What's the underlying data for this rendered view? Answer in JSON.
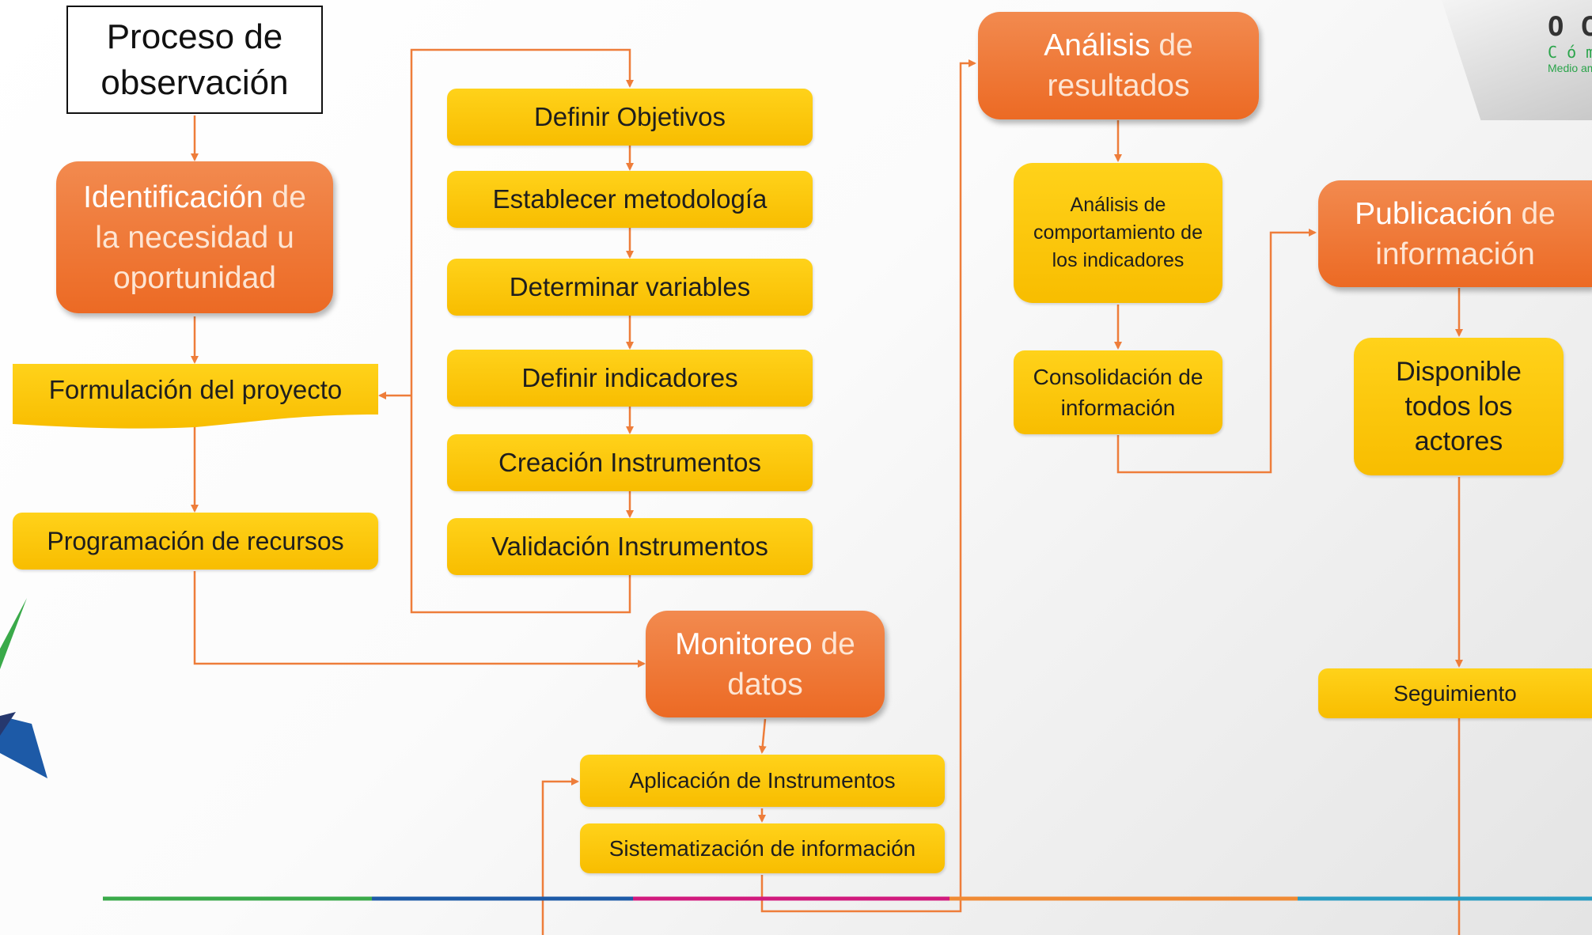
{
  "title": [
    "Proceso de",
    "observación"
  ],
  "identificacion": {
    "highlight": "Identificación",
    "rest": " de la necesidad u oportunidad"
  },
  "formulacion": "Formulación del proyecto",
  "programacion": "Programación de recursos",
  "definir_objetivos": "Definir Objetivos",
  "establecer_metodologia": "Establecer metodología",
  "determinar_variables": "Determinar variables",
  "definir_indicadores": "Definir indicadores",
  "creacion_instrumentos": "Creación Instrumentos",
  "validacion_instrumentos": "Validación Instrumentos",
  "monitoreo": {
    "highlight": "Monitoreo",
    "rest": " de datos"
  },
  "aplicacion": "Aplicación de Instrumentos",
  "sistematizacion": "Sistematización de información",
  "analisis": {
    "highlight": "Análisis",
    "rest": " de resultados"
  },
  "analisis_comportamiento": "Análisis de comportamiento de los indicadores",
  "consolidacion": "Consolidación de información",
  "publicacion": {
    "highlight": "Publicación",
    "rest": " de información"
  },
  "disponible": "Disponible todos los actores",
  "seguimiento": "Seguimiento",
  "logo": {
    "title": "O C",
    "subtitle": "C ó m o",
    "tagline": "Medio am"
  },
  "colors": {
    "orange": "#ec6a24",
    "yellow": "#f8bd00",
    "arrow": "#ee7d3a",
    "rule": [
      "#3aaa4a",
      "#1d5aa7",
      "#d11a7d",
      "#f08a34",
      "#2a9cc2"
    ]
  }
}
